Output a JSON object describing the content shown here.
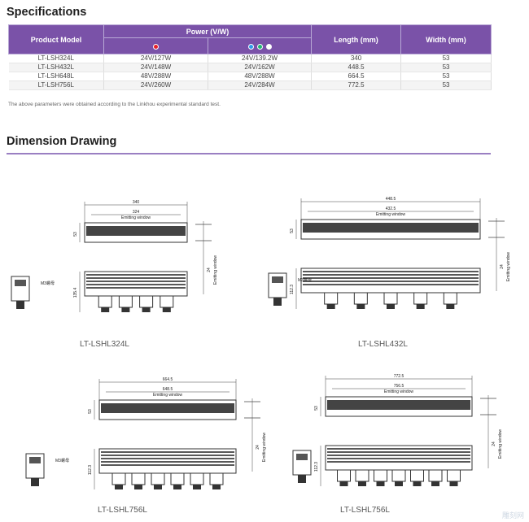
{
  "theme": {
    "accent": "#7a52a8",
    "rule": "#9a7fc2"
  },
  "specifications": {
    "title": "Specifications",
    "headers": {
      "model": "Product Model",
      "power": "Power (V/W)",
      "length": "Length (mm)",
      "width": "Width (mm)"
    },
    "power_color_groups": [
      {
        "dots": [
          "#e8202a"
        ]
      },
      {
        "dots": [
          "#2f9be8",
          "#21b573",
          "#ffffff"
        ]
      }
    ],
    "rows": [
      {
        "model": "LT-LSH324L",
        "power_red": "24V/127W",
        "power_other": "24V/139.2W",
        "length": "340",
        "width": "53"
      },
      {
        "model": "LT-LSH432L",
        "power_red": "24V/148W",
        "power_other": "24V/162W",
        "length": "448.5",
        "width": "53"
      },
      {
        "model": "LT-LSH648L",
        "power_red": "48V/288W",
        "power_other": "48V/288W",
        "length": "664.5",
        "width": "53"
      },
      {
        "model": "LT-LSH756L",
        "power_red": "24V/260W",
        "power_other": "24V/284W",
        "length": "772.5",
        "width": "53"
      }
    ],
    "note": "The above parameters were obtained according to the Linkhou experimental standard test."
  },
  "dimension": {
    "title": "Dimension Drawing",
    "drawings": [
      {
        "caption": "LT-LSHL324L",
        "total": "340",
        "window": "324",
        "window_label": "Emitting window",
        "height": "53",
        "side_dim": "24",
        "side_label": "Emitting window",
        "body_height": "135.4",
        "screw_label": "M3螺母",
        "lamps": 4
      },
      {
        "caption": "LT-LSHL432L",
        "total": "448.5",
        "window": "432.5",
        "window_label": "Emitting window",
        "height": "53",
        "side_dim": "24",
        "side_label": "Emitting window",
        "body_height": "112.3",
        "screw_label": "M3螺母",
        "lamps": 5
      },
      {
        "caption": "LT-LSHL756L",
        "total": "664.5",
        "window": "648.5",
        "window_label": "Emitting window",
        "height": "53",
        "side_dim": "24",
        "side_label": "Emitting window",
        "body_height": "112.3",
        "screw_label": "M3螺母",
        "lamps": 6
      },
      {
        "caption": "LT-LSHL756L",
        "total": "772.5",
        "window": "756.5",
        "window_label": "Emitting window",
        "height": "53",
        "side_dim": "24",
        "side_label": "Emitting window",
        "body_height": "112.3",
        "screw_label": "",
        "lamps": 7
      }
    ]
  },
  "watermark": "雕刻网"
}
